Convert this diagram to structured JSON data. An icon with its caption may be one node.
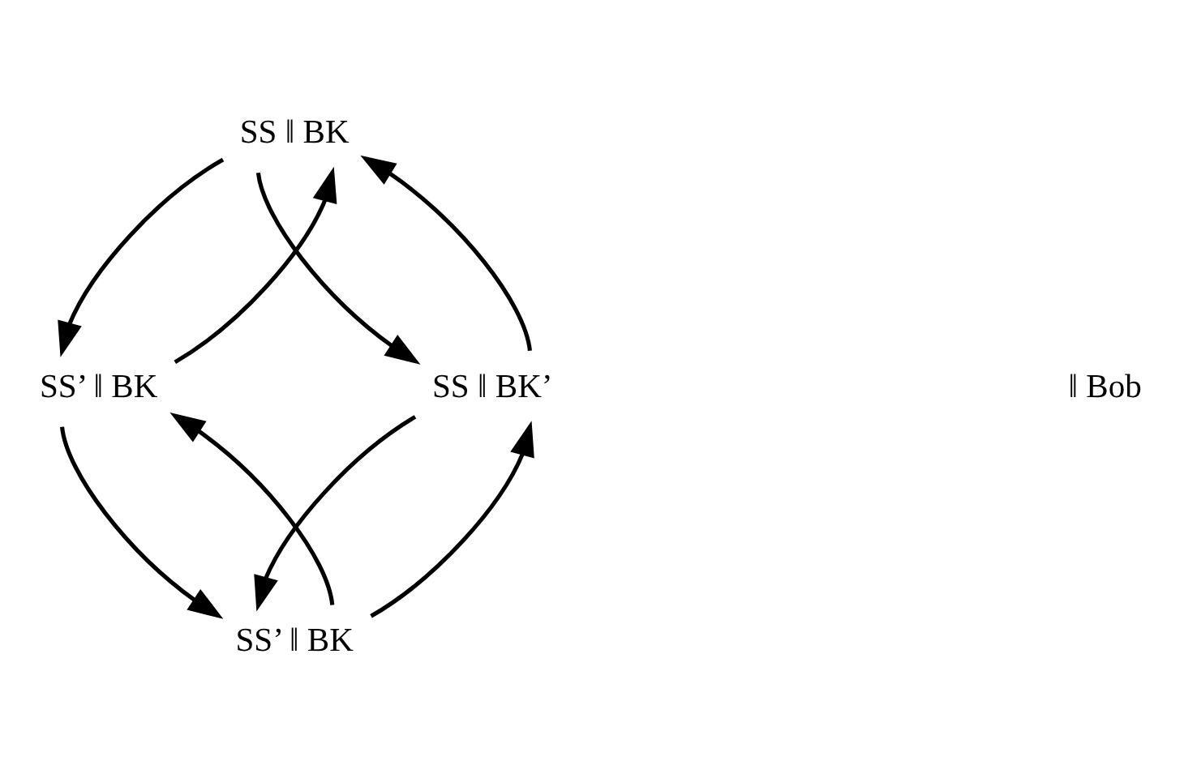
{
  "diagram": {
    "nodes": [
      {
        "text": [
          "SS ‖ BK"
        ]
      },
      {
        "text": [
          "SS’ ‖ BK"
        ]
      },
      {
        "text": [
          "SS ‖ BK’"
        ]
      },
      {
        "text": [
          "SS’ ‖ BK"
        ]
      }
    ],
    "edges": [
      {
        "from": 1,
        "to": 0,
        "arrow": "to"
      },
      {
        "from": 0,
        "to": 1,
        "arrow": "to"
      },
      {
        "from": 2,
        "to": 0,
        "arrow": "to"
      },
      {
        "from": 0,
        "to": 2,
        "arrow": "to"
      },
      {
        "from": 1,
        "to": 3,
        "arrow": "to"
      },
      {
        "from": 3,
        "to": 1,
        "arrow": "to"
      },
      {
        "from": 2,
        "to": 3,
        "arrow": "to"
      },
      {
        "from": 3,
        "to": 2,
        "arrow": "to"
      }
    ],
    "labels": [
      "‖ Bob"
    ]
  }
}
